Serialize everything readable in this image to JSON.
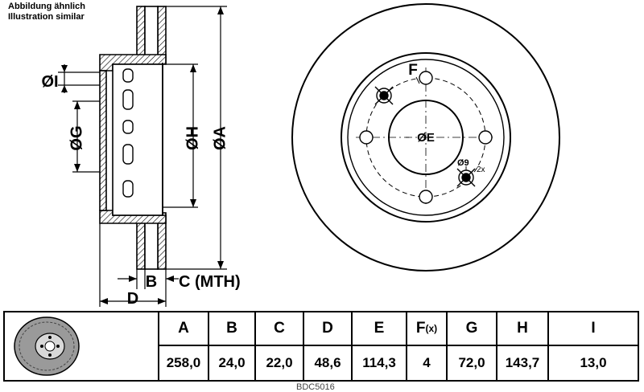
{
  "caption": {
    "line1": "Abbildung ähnlich",
    "line2": "Illustration similar"
  },
  "labels": {
    "dim_i": "ØI",
    "dim_g": "ØG",
    "dim_h": "ØH",
    "dim_a": "ØA",
    "dim_b": "B",
    "dim_c": "C (MTH)",
    "dim_d": "D",
    "dim_f": "F",
    "dim_e": "ØE",
    "hole": "Ø9",
    "hole_count": "2x"
  },
  "table": {
    "headers": [
      "A",
      "B",
      "C",
      "D",
      "E",
      "F",
      "G",
      "H",
      "I"
    ],
    "f_suffix": "(x)",
    "values": [
      "258,0",
      "24,0",
      "22,0",
      "48,6",
      "114,3",
      "4",
      "72,0",
      "143,7",
      "13,0"
    ]
  },
  "footer_code": "BDC5016"
}
